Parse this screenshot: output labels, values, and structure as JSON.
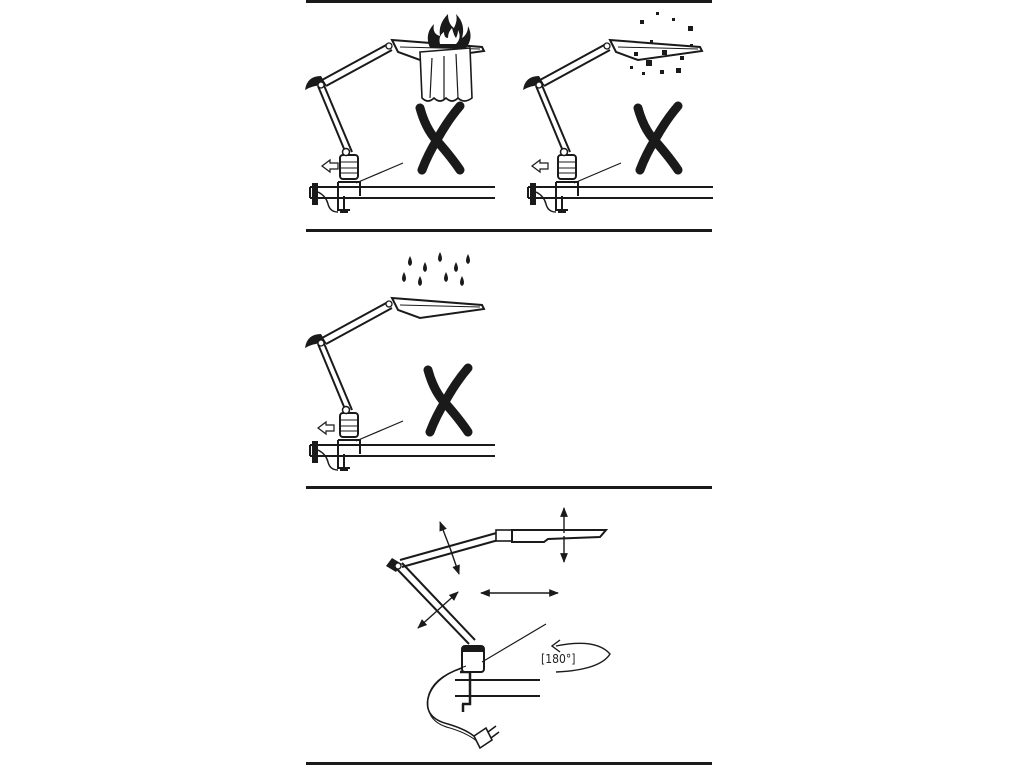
{
  "panels": [
    {
      "id": "heat-warning",
      "mark": "X",
      "hazard": "fire-on-cloth"
    },
    {
      "id": "debris-warning",
      "mark": "X",
      "hazard": "particles"
    },
    {
      "id": "rain-warning",
      "mark": "X",
      "hazard": "raindrops"
    },
    {
      "id": "adjustment",
      "rotation_label": "[180°]"
    }
  ],
  "colors": {
    "ink": "#1a1a1a",
    "paper": "#ffffff"
  }
}
